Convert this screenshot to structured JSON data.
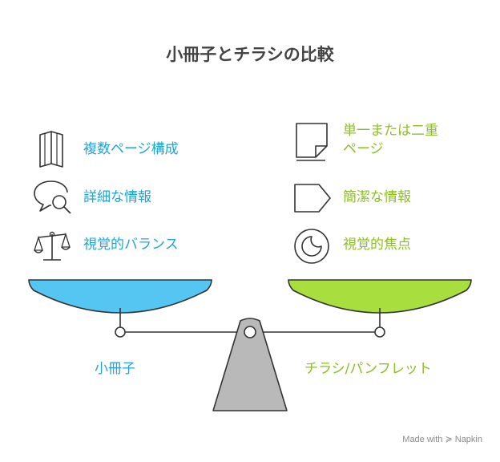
{
  "title": "小冊子とチラシの比較",
  "left": {
    "label": "小冊子",
    "color": "#1fa4d8",
    "items": [
      {
        "text": "複数ページ構成",
        "icon": "booklet-icon"
      },
      {
        "text": "詳細な情報",
        "icon": "magnifier-chat-icon"
      },
      {
        "text": "視覚的バランス",
        "icon": "balance-icon"
      }
    ]
  },
  "right": {
    "label": "チラシ/パンフレット",
    "color": "#8cbf26",
    "items": [
      {
        "text_lines": [
          "単一または二重",
          "ページ"
        ],
        "icon": "single-page-icon"
      },
      {
        "text": "簡潔な情報",
        "icon": "tag-icon"
      },
      {
        "text": "視覚的焦点",
        "icon": "focus-icon"
      }
    ]
  },
  "brand": "Made with ≽ Napkin"
}
